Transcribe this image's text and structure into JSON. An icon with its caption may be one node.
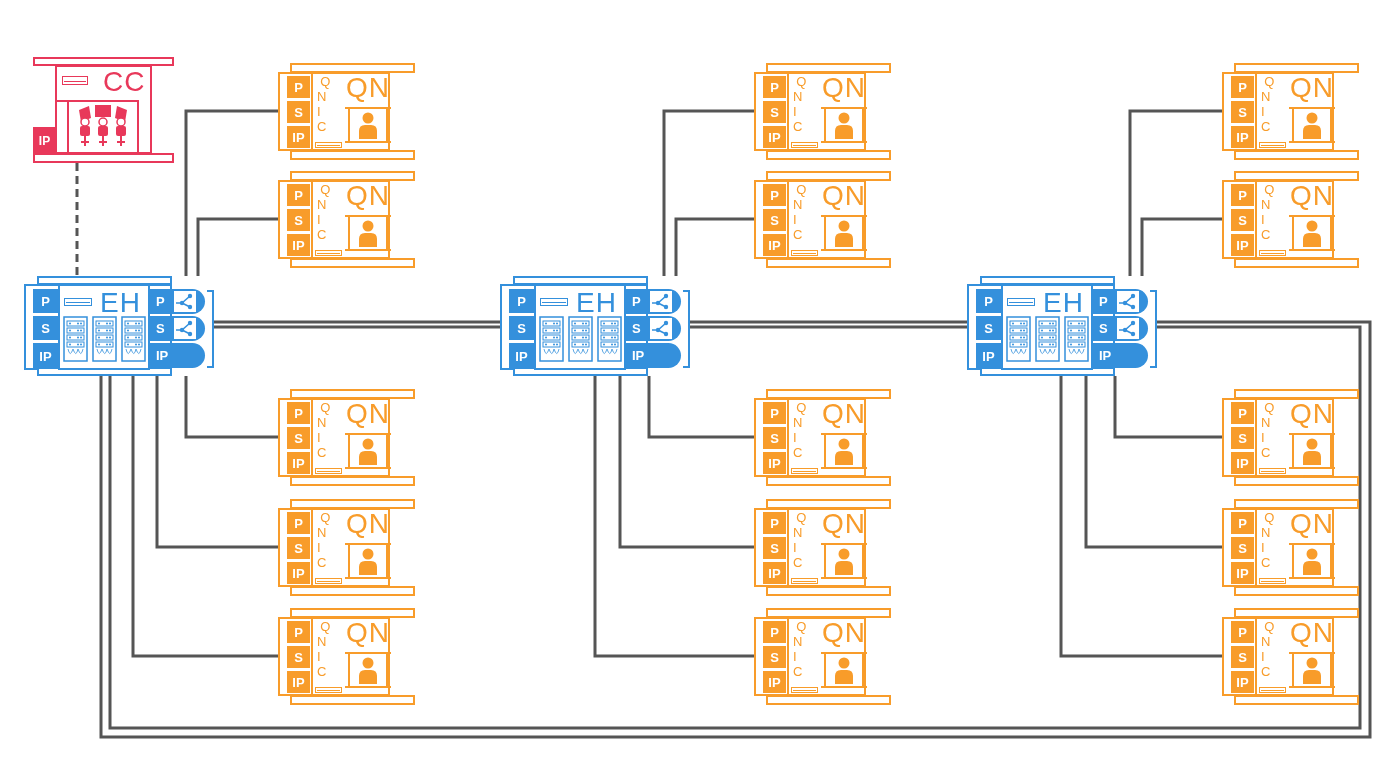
{
  "diagram": {
    "nodes": [
      {
        "text": [
          "CC",
          "IP"
        ]
      },
      {
        "text": [
          "P",
          "S",
          "IP",
          "EH",
          "P",
          "S",
          "IP"
        ]
      },
      {
        "text": [
          "P",
          "S",
          "IP",
          "EH",
          "P",
          "S",
          "IP"
        ]
      },
      {
        "text": [
          "P",
          "S",
          "IP",
          "EH",
          "P",
          "S",
          "IP"
        ]
      },
      {
        "text": [
          "P",
          "S",
          "IP",
          "QNIC",
          "QN"
        ]
      },
      {
        "text": [
          "P",
          "S",
          "IP",
          "QNIC",
          "QN"
        ]
      },
      {
        "text": [
          "P",
          "S",
          "IP",
          "QNIC",
          "QN"
        ]
      },
      {
        "text": [
          "P",
          "S",
          "IP",
          "QNIC",
          "QN"
        ]
      },
      {
        "text": [
          "P",
          "S",
          "IP",
          "QNIC",
          "QN"
        ]
      },
      {
        "text": [
          "P",
          "S",
          "IP",
          "QNIC",
          "QN"
        ]
      },
      {
        "text": [
          "P",
          "S",
          "IP",
          "QNIC",
          "QN"
        ]
      },
      {
        "text": [
          "P",
          "S",
          "IP",
          "QNIC",
          "QN"
        ]
      },
      {
        "text": [
          "P",
          "S",
          "IP",
          "QNIC",
          "QN"
        ]
      },
      {
        "text": [
          "P",
          "S",
          "IP",
          "QNIC",
          "QN"
        ]
      },
      {
        "text": [
          "P",
          "S",
          "IP",
          "QNIC",
          "QN"
        ]
      },
      {
        "text": [
          "P",
          "S",
          "IP",
          "QNIC",
          "QN"
        ]
      },
      {
        "text": [
          "P",
          "S",
          "IP",
          "QNIC",
          "QN"
        ]
      },
      {
        "text": [
          "P",
          "S",
          "IP",
          "QNIC",
          "QN"
        ]
      },
      {
        "text": [
          "P",
          "S",
          "IP",
          "QNIC",
          "QN"
        ]
      }
    ],
    "edges": [
      {
        "from": 0,
        "to": 1,
        "arrow": "none",
        "style": "dashed"
      },
      {
        "from": 1,
        "to": 4,
        "arrow": "none"
      },
      {
        "from": 1,
        "to": 5,
        "arrow": "none"
      },
      {
        "from": 1,
        "to": 6,
        "arrow": "none"
      },
      {
        "from": 1,
        "to": 7,
        "arrow": "none"
      },
      {
        "from": 1,
        "to": 8,
        "arrow": "none"
      },
      {
        "from": 2,
        "to": 9,
        "arrow": "none"
      },
      {
        "from": 2,
        "to": 10,
        "arrow": "none"
      },
      {
        "from": 2,
        "to": 11,
        "arrow": "none"
      },
      {
        "from": 2,
        "to": 12,
        "arrow": "none"
      },
      {
        "from": 2,
        "to": 13,
        "arrow": "none"
      },
      {
        "from": 3,
        "to": 14,
        "arrow": "none"
      },
      {
        "from": 3,
        "to": 15,
        "arrow": "none"
      },
      {
        "from": 3,
        "to": 16,
        "arrow": "none"
      },
      {
        "from": 3,
        "to": 17,
        "arrow": "none"
      },
      {
        "from": 3,
        "to": 18,
        "arrow": "none"
      },
      {
        "from": 1,
        "to": 2,
        "arrow": "none"
      },
      {
        "from": 1,
        "to": 2,
        "arrow": "none"
      },
      {
        "from": 2,
        "to": 3,
        "arrow": "none"
      },
      {
        "from": 2,
        "to": 3,
        "arrow": "none"
      },
      {
        "from": 1,
        "to": 3,
        "arrow": "none"
      },
      {
        "from": 1,
        "to": 3,
        "arrow": "none"
      }
    ]
  }
}
